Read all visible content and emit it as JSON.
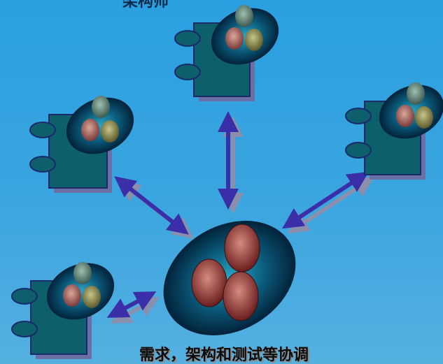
{
  "slide": {
    "top_text": "架构师",
    "caption": "需求，架构和测试等协调"
  },
  "colors": {
    "background": "#2a9fe0",
    "component_fill": "#0d5f6b",
    "component_shadow": "#6b6fa3",
    "arrow": "#3a2fa8",
    "arrow_shadow": "#8a8fae",
    "halo_dark": "#02223a",
    "halo_light": "#2aa8c8"
  },
  "diagram": {
    "nodes": [
      {
        "name": "top-team"
      },
      {
        "name": "left-team"
      },
      {
        "name": "right-team"
      },
      {
        "name": "bottom-left-team"
      },
      {
        "name": "central-team"
      }
    ]
  }
}
